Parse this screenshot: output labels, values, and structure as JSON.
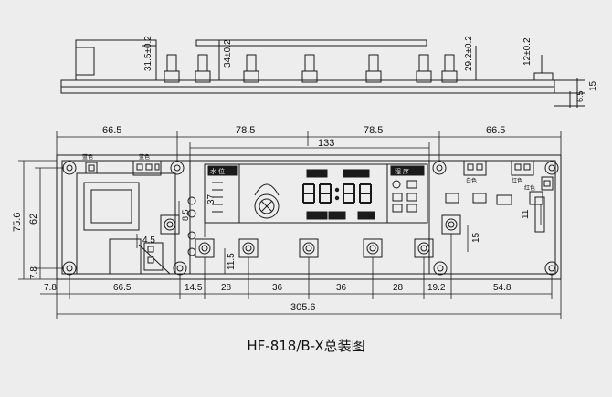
{
  "title": "HF-818/B-X总装图",
  "dims": {
    "top_31_5": "31.5±0.2",
    "top_34": "34±0.2",
    "top_29_2": "29.2±0.2",
    "top_12": "12±0.2",
    "top_15": "15",
    "top_6_5": "6.5",
    "w_66_5_left": "66.5",
    "w_78_5_left": "78.5",
    "w_78_5_right": "78.5",
    "w_66_5_right": "66.5",
    "w_133": "133",
    "h_75_6": "75.6",
    "h_62": "62",
    "h_7_8": "7.8",
    "v_37": "37",
    "v_8_5": "8.5",
    "v_4_5": "4.5",
    "v_11_5": "11.5",
    "v_15": "15",
    "v_11": "11",
    "b_7_8": "7.8",
    "b_66_5": "66.5",
    "b_14_5": "14.5",
    "b_28_a": "28",
    "b_36_a": "36",
    "b_36_b": "36",
    "b_28_b": "28",
    "b_19_2": "19.2",
    "b_54_8": "54.8",
    "b_305_6": "305.6"
  },
  "labels": {
    "blue_1": "蓝色",
    "blue_2": "蓝色",
    "white": "白色",
    "red_1": "红色",
    "red_2": "红色",
    "water_level": "水 位",
    "program": "程 序",
    "display_digits": "88:88"
  },
  "colors": {
    "line": "#1a1a1a",
    "background": "#ededed",
    "watermark": "#29c7e8"
  }
}
